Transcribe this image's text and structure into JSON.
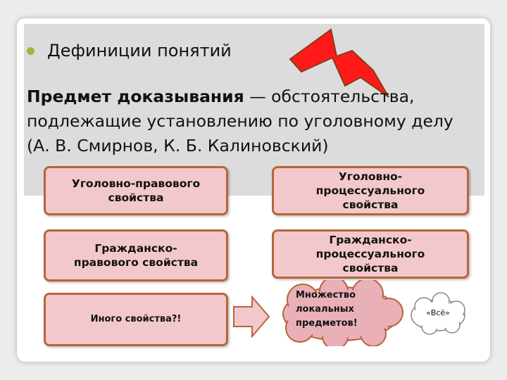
{
  "bullet": {
    "text": "Дефиниции понятий"
  },
  "definition": {
    "term": "Предмет доказывания",
    "body": " — обстоятельства, подлежащие установлению по уголовному делу (А. В. Смирнов, К. Б. Калиновский)"
  },
  "boxes": [
    {
      "lines": [
        "Уголовно-правового",
        "свойства"
      ]
    },
    {
      "lines": [
        "Уголовно-",
        "процессуального",
        "свойства"
      ]
    },
    {
      "lines": [
        "Гражданско-",
        "правового свойства"
      ]
    },
    {
      "lines": [
        "Гражданско-",
        "процессуального",
        "свойства"
      ]
    },
    {
      "lines": [
        "Иного свойства?!"
      ]
    }
  ],
  "cloud_main": {
    "lines": [
      "Множество",
      "локальных",
      "предметов!"
    ]
  },
  "cloud_small": {
    "text": "«Всё»"
  },
  "icons": {
    "bullet": "bullet-dot-icon",
    "lightning": "lightning-icon",
    "arrow": "right-arrow-icon"
  },
  "colors": {
    "box_fill": "#f3c8cc",
    "box_border": "#b5653a",
    "cloud_fill": "#e9b0b8",
    "bullet": "#9bbb3b",
    "lightning": "#ff1a1a"
  }
}
